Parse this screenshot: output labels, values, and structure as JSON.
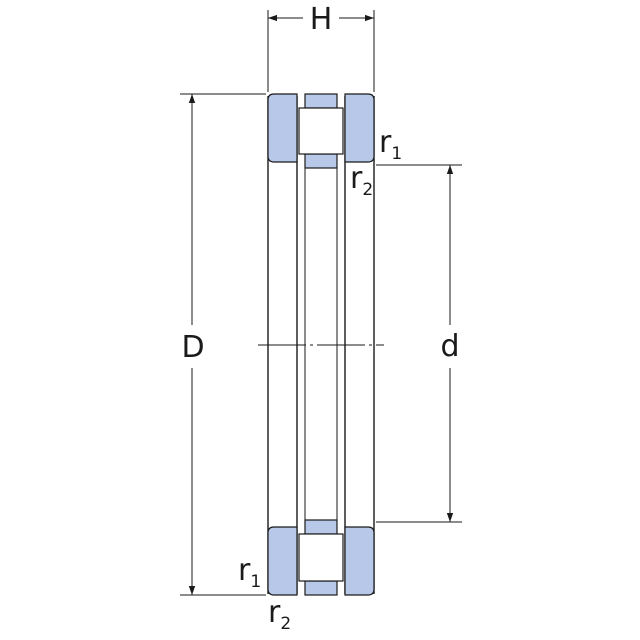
{
  "labels": {
    "width": "H",
    "outer_diameter": "D",
    "bore_diameter": "d",
    "radius_1": "r",
    "radius_1_sub": "1",
    "radius_2": "r",
    "radius_2_sub": "2"
  },
  "colors": {
    "component_fill": "#b7c8e8",
    "line": "#1a1a1a",
    "background": "#ffffff"
  }
}
